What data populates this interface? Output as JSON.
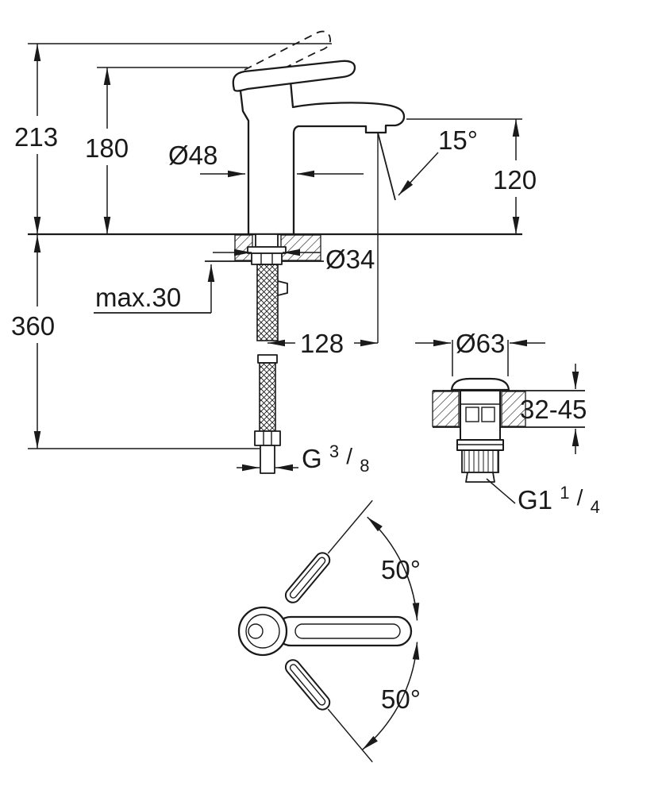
{
  "colors": {
    "ink": "#1a1a1a",
    "background": "#ffffff"
  },
  "side": {
    "overall_height": "213",
    "handle_height": "180",
    "body_diameter": "Ø48",
    "spray_angle": "15°",
    "spout_height": "120",
    "hole_diameter": "Ø34",
    "max_deck": "max.30",
    "supply_length": "360",
    "spout_reach": "128",
    "supply_thread": {
      "prefix": "G",
      "numerator": "3",
      "slash": "/",
      "denominator": "8"
    }
  },
  "waste": {
    "flange_diameter": "Ø63",
    "deck_range": "32-45",
    "thread": {
      "prefix": "G1",
      "numerator": "1",
      "slash": "/",
      "denominator": "4"
    }
  },
  "top": {
    "swing_up": "50°",
    "swing_down": "50°"
  }
}
